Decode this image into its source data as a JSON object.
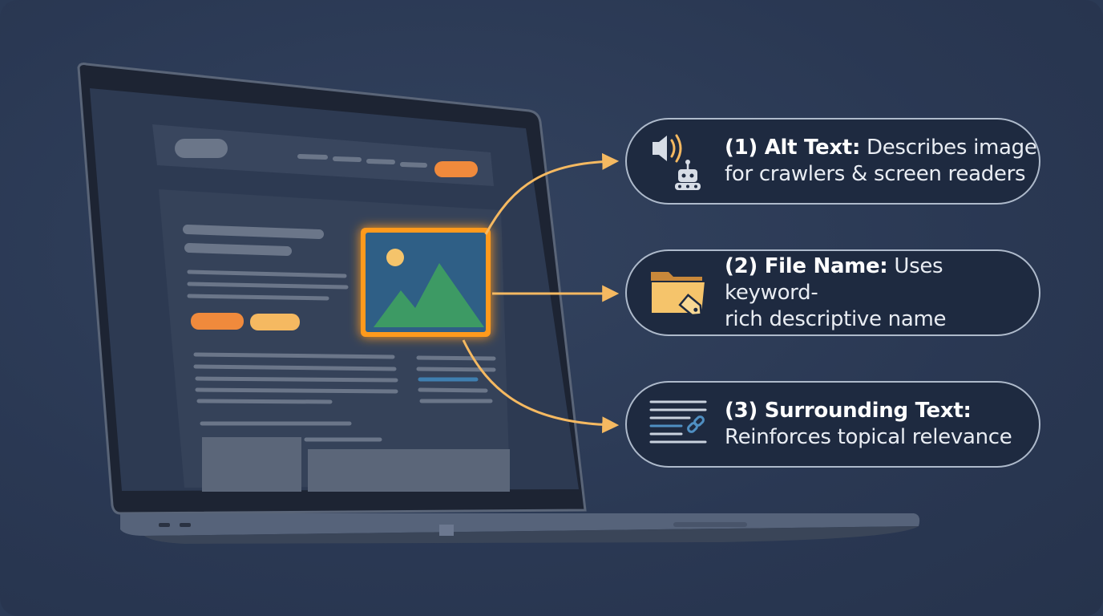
{
  "callouts": [
    {
      "label": "(1) Alt Text:",
      "text_line1": " Describes image",
      "text_line2": "for crawlers & screen readers",
      "icon": "speaker-robot-icon"
    },
    {
      "label": "(2) File Name:",
      "text_line1": " Uses keyword-",
      "text_line2": "rich descriptive name",
      "icon": "folder-tag-icon"
    },
    {
      "label": "(3) Surrounding Text:",
      "text_line1": "",
      "text_line2": "Reinforces topical relevance",
      "icon": "text-link-icon"
    }
  ],
  "colors": {
    "background": "#2b3a55",
    "accent_orange": "#f08a3c",
    "accent_gold": "#f5b961",
    "highlight_glow": "#ff9a1f",
    "callout_border": "#aebacb"
  }
}
